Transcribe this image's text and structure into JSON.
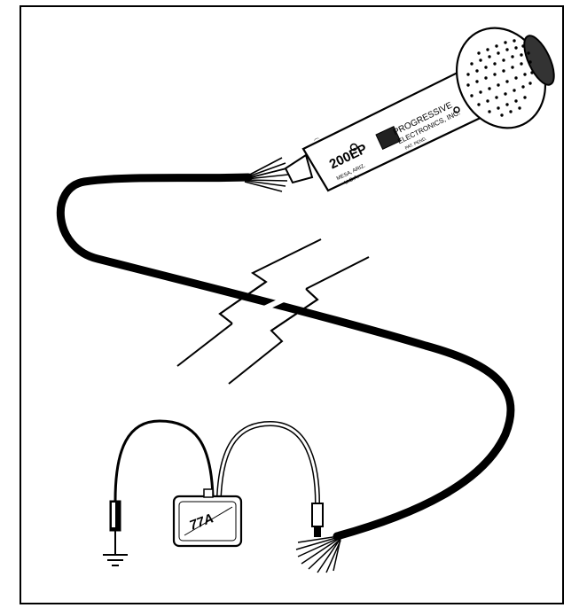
{
  "illustration": {
    "probe": {
      "model": "200EP",
      "brand_line_1": "PROGRESSIVE",
      "brand_line_2": "ELECTRONICS, INC.",
      "small_print_1": "MESA, ARIZ.",
      "small_print_2": "U.S.A.",
      "fine_print": "PAT. PEND."
    },
    "tone_generator": {
      "label": "77A"
    },
    "colors": {
      "line": "#000000",
      "background": "#ffffff"
    }
  }
}
